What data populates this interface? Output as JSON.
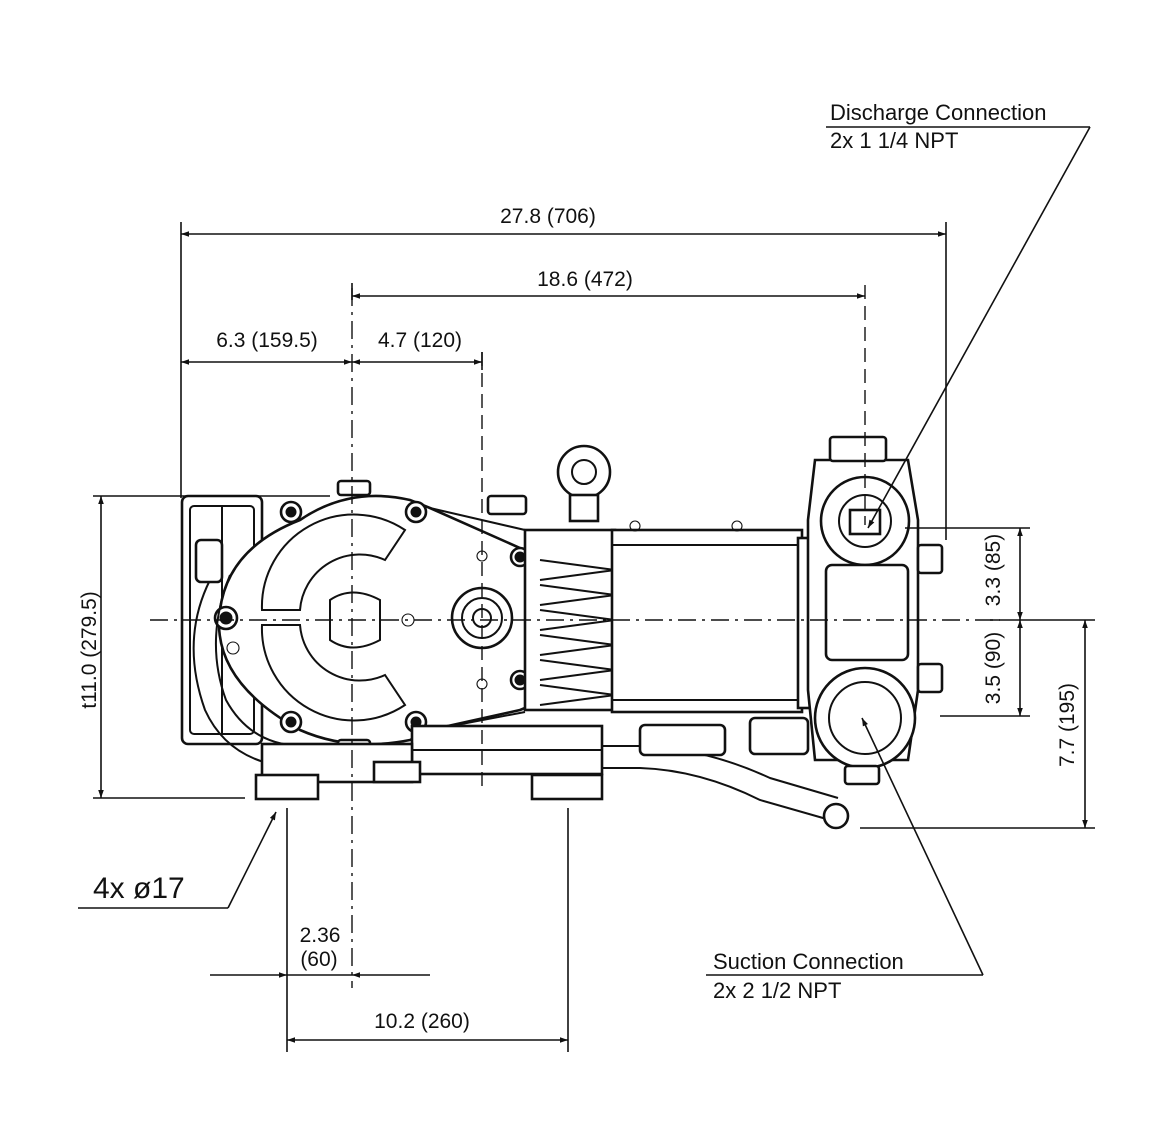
{
  "dimensions": {
    "overall_length": "27.8 (706)",
    "center_to_discharge": "18.6 (472)",
    "end_to_center": "6.3 (159.5)",
    "center_to_flange": "4.7 (120)",
    "overall_height": "t11.0 (279.5)",
    "discharge_above_axis": "3.3 (85)",
    "suction_below_axis": "3.5 (90)",
    "axis_to_base": "7.7 (195)",
    "foot_offset_line1": "2.36",
    "foot_offset_line2": "(60)",
    "foot_spacing": "10.2 (260)"
  },
  "callouts": {
    "discharge_title": "Discharge Connection",
    "discharge_spec": "2x 1 1/4 NPT",
    "suction_title": "Suction Connection",
    "suction_spec": "2x 2 1/2 NPT",
    "mounting_holes": "4x ø17"
  }
}
